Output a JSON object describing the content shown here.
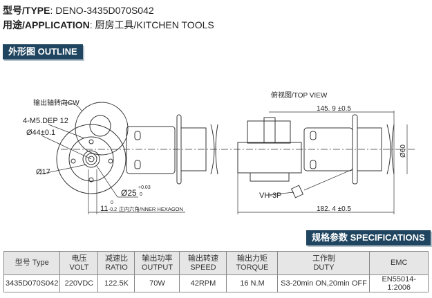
{
  "header": {
    "type_label": "型号/TYPE",
    "type_value": ": DENO-3435D070S042",
    "app_label": "用途/APPLICATION",
    "app_value": ": 厨房工具/KITCHEN TOOLS"
  },
  "outline_badge": "外形图 OUTLINE",
  "spec_badge": "规格参数 SPECIFICATIONS",
  "drawing": {
    "rotation": "输出轴转向CW",
    "holes": "4-M5.DEP 12",
    "d44": "Ø44±0.1",
    "d17": "Ø17",
    "d25": "Ø25",
    "d25_tol_up": "+0.03",
    "d25_tol_low": "0",
    "hex": "11",
    "hex_tol_up": "0",
    "hex_tol_low": "-0.2",
    "hex_label": "正内六角/NNER HEXAGON",
    "top_view": "俯视图/TOP VIEW",
    "len1": "145. 9 ±0.5",
    "len2": "182. 4 ±0.5",
    "d60": "Ø60",
    "connector": "VH-3P"
  },
  "table": {
    "headers": [
      [
        "型号  Type",
        ""
      ],
      [
        "电压",
        "VOLT"
      ],
      [
        "减速比",
        "RATIO"
      ],
      [
        "输出功率",
        "OUTPUT"
      ],
      [
        "输出转速",
        "SPEED"
      ],
      [
        "输出力矩",
        "TORQUE"
      ],
      [
        "工作制",
        "DUTY"
      ],
      [
        "EMC",
        ""
      ]
    ],
    "row": [
      "3435D070S042",
      "220VDC",
      "122.5K",
      "70W",
      "42RPM",
      "16 N.M",
      "S3-20min ON,20min OFF",
      "EN55014-1:2006"
    ]
  }
}
